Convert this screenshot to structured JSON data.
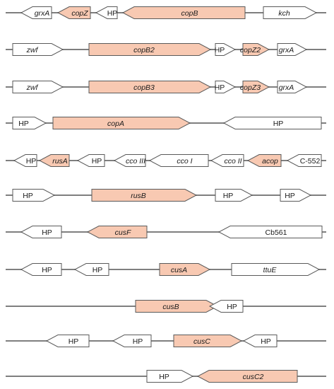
{
  "colors": {
    "highlight": "#f8c9b2",
    "plain": "#ffffff",
    "stroke": "#5a5a5a",
    "backbone": "#7f7f7f"
  },
  "tracks": [
    {
      "id": "track-1",
      "genes": [
        {
          "label": "grxA",
          "direction": "left",
          "highlight": false,
          "italic": true
        },
        {
          "label": "copZ",
          "direction": "left",
          "highlight": true,
          "italic": true
        },
        {
          "label": "HP",
          "direction": "left",
          "highlight": false,
          "italic": false
        },
        {
          "label": "copB",
          "direction": "left",
          "highlight": true,
          "italic": true
        },
        {
          "label": "kch",
          "direction": "right",
          "highlight": false,
          "italic": true
        }
      ]
    },
    {
      "id": "track-2",
      "genes": [
        {
          "label": "zwf",
          "direction": "right",
          "highlight": false,
          "italic": true
        },
        {
          "label": "copB2",
          "direction": "right",
          "highlight": true,
          "italic": true
        },
        {
          "label": "HP",
          "direction": "right",
          "highlight": false,
          "italic": false
        },
        {
          "label": "copZ2",
          "direction": "right",
          "highlight": true,
          "italic": true
        },
        {
          "label": "grxA",
          "direction": "right",
          "highlight": false,
          "italic": true
        }
      ]
    },
    {
      "id": "track-3",
      "genes": [
        {
          "label": "zwf",
          "direction": "right",
          "highlight": false,
          "italic": true
        },
        {
          "label": "copB3",
          "direction": "right",
          "highlight": true,
          "italic": true
        },
        {
          "label": "HP",
          "direction": "right",
          "highlight": false,
          "italic": false
        },
        {
          "label": "copZ3",
          "direction": "right",
          "highlight": true,
          "italic": true
        },
        {
          "label": "grxA",
          "direction": "right",
          "highlight": false,
          "italic": true
        }
      ]
    },
    {
      "id": "track-4",
      "genes": [
        {
          "label": "HP",
          "direction": "right",
          "highlight": false,
          "italic": false
        },
        {
          "label": "copA",
          "direction": "right",
          "highlight": true,
          "italic": true
        },
        {
          "label": "HP",
          "direction": "left",
          "highlight": false,
          "italic": false
        }
      ]
    },
    {
      "id": "track-5",
      "genes": [
        {
          "label": "HP",
          "direction": "left",
          "highlight": false,
          "italic": false
        },
        {
          "label": "rusA",
          "direction": "left",
          "highlight": true,
          "italic": true
        },
        {
          "label": "HP",
          "direction": "left",
          "highlight": false,
          "italic": false
        },
        {
          "label": "cco III",
          "direction": "left",
          "highlight": false,
          "italic": true
        },
        {
          "label": "cco I",
          "direction": "left",
          "highlight": false,
          "italic": true
        },
        {
          "label": "cco II",
          "direction": "left",
          "highlight": false,
          "italic": true
        },
        {
          "label": "acop",
          "direction": "left",
          "highlight": true,
          "italic": true
        },
        {
          "label": "C-552",
          "direction": "left",
          "highlight": false,
          "italic": false
        }
      ]
    },
    {
      "id": "track-6",
      "genes": [
        {
          "label": "HP",
          "direction": "right",
          "highlight": false,
          "italic": false
        },
        {
          "label": "rusB",
          "direction": "right",
          "highlight": true,
          "italic": true
        },
        {
          "label": "HP",
          "direction": "right",
          "highlight": false,
          "italic": false
        },
        {
          "label": "HP",
          "direction": "right",
          "highlight": false,
          "italic": false
        }
      ]
    },
    {
      "id": "track-7",
      "genes": [
        {
          "label": "HP",
          "direction": "left",
          "highlight": false,
          "italic": false
        },
        {
          "label": "cusF",
          "direction": "left",
          "highlight": true,
          "italic": true
        },
        {
          "label": "Cb561",
          "direction": "left",
          "highlight": false,
          "italic": false
        }
      ]
    },
    {
      "id": "track-8",
      "genes": [
        {
          "label": "HP",
          "direction": "left",
          "highlight": false,
          "italic": false
        },
        {
          "label": "HP",
          "direction": "left",
          "highlight": false,
          "italic": false
        },
        {
          "label": "cusA",
          "direction": "right",
          "highlight": true,
          "italic": true
        },
        {
          "label": "ttuE",
          "direction": "right",
          "highlight": false,
          "italic": true
        }
      ]
    },
    {
      "id": "track-9",
      "genes": [
        {
          "label": "cusB",
          "direction": "right",
          "highlight": true,
          "italic": true
        },
        {
          "label": "HP",
          "direction": "left",
          "highlight": false,
          "italic": false
        }
      ]
    },
    {
      "id": "track-10",
      "genes": [
        {
          "label": "HP",
          "direction": "left",
          "highlight": false,
          "italic": false
        },
        {
          "label": "HP",
          "direction": "left",
          "highlight": false,
          "italic": false
        },
        {
          "label": "cusC",
          "direction": "right",
          "highlight": true,
          "italic": true
        },
        {
          "label": "HP",
          "direction": "left",
          "highlight": false,
          "italic": false
        }
      ]
    },
    {
      "id": "track-11",
      "genes": [
        {
          "label": "HP",
          "direction": "right",
          "highlight": false,
          "italic": false
        },
        {
          "label": "cusC2",
          "direction": "left",
          "highlight": true,
          "italic": true
        }
      ]
    }
  ]
}
